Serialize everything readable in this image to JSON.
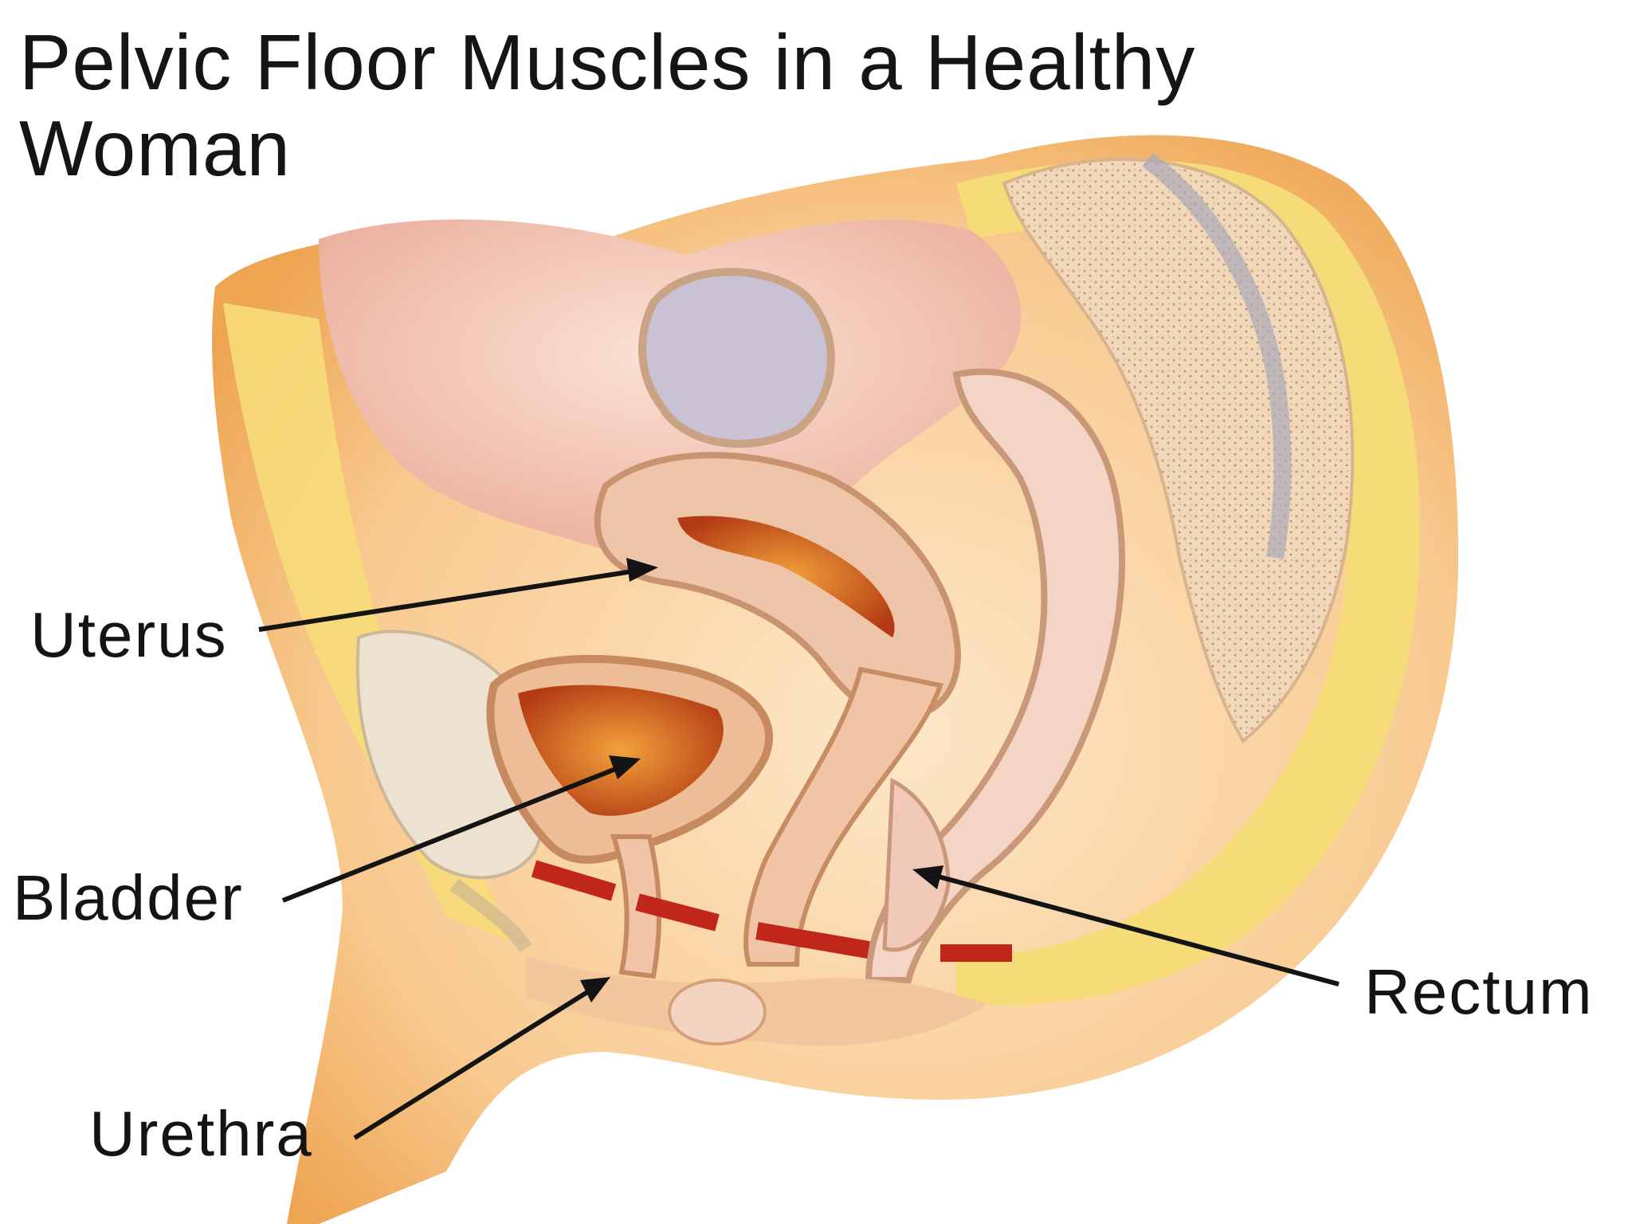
{
  "title": "Pelvic Floor Muscles in a Healthy Woman",
  "labels": {
    "uterus": "Uterus",
    "bladder": "Bladder",
    "urethra": "Urethra",
    "rectum": "Rectum"
  },
  "colors": {
    "skin": "#f7c89a",
    "fat_layer": "#f6dc79",
    "spine": "#efd3b3",
    "organ_pink": "#efb6a2",
    "organ_cavity": "#c5461c",
    "pelvic_floor_muscle": "#c0271a",
    "arrow": "#141414"
  }
}
